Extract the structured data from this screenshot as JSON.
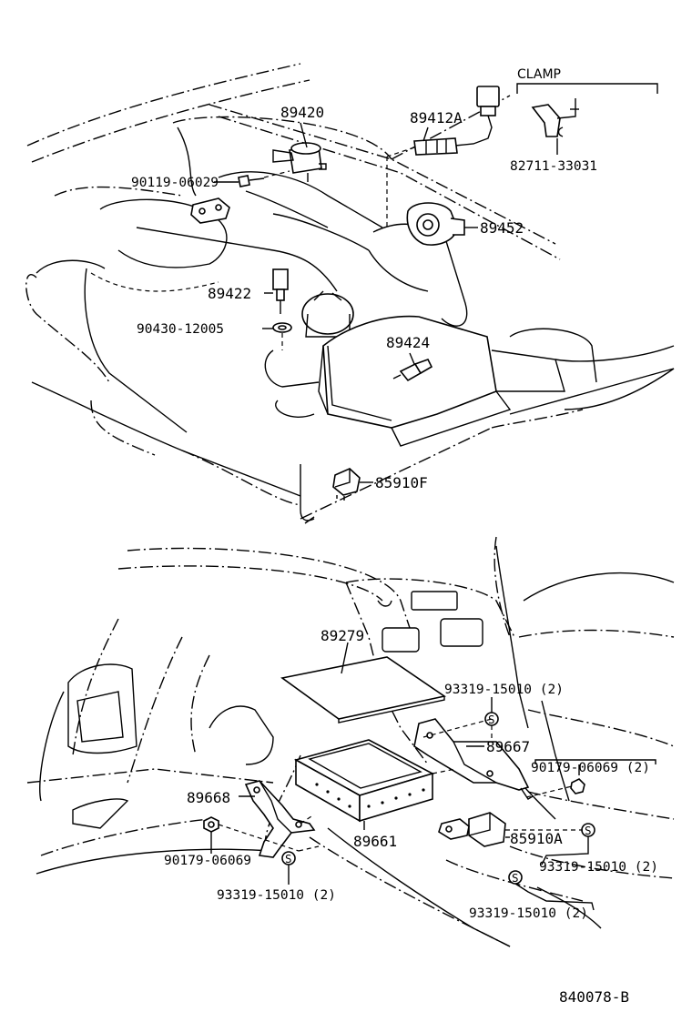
{
  "top_view": {
    "labels": {
      "p89420": "89420",
      "p89412a": "89412A",
      "clamp": "CLAMP",
      "p82711": "82711-33031",
      "p90119": "90119-06029",
      "p89452": "89452",
      "p89422": "89422",
      "p90430": "90430-12005",
      "p89424": "89424",
      "p85910f": "85910F"
    }
  },
  "bottom_view": {
    "labels": {
      "p89279": "89279",
      "p93319_a": "93319-15010 (2)",
      "p89667": "89667",
      "p90179_a": "90179-06069 (2)",
      "p89668": "89668",
      "p89661": "89661",
      "p85910a": "85910A",
      "p90179_b": "90179-06069",
      "p93319_b": "93319-15010 (2)",
      "p93319_c": "93319-15010 (2)",
      "p93319_d": "93319-15010 (2)",
      "washer_s": "S"
    }
  },
  "diagram_id": "840078-B"
}
